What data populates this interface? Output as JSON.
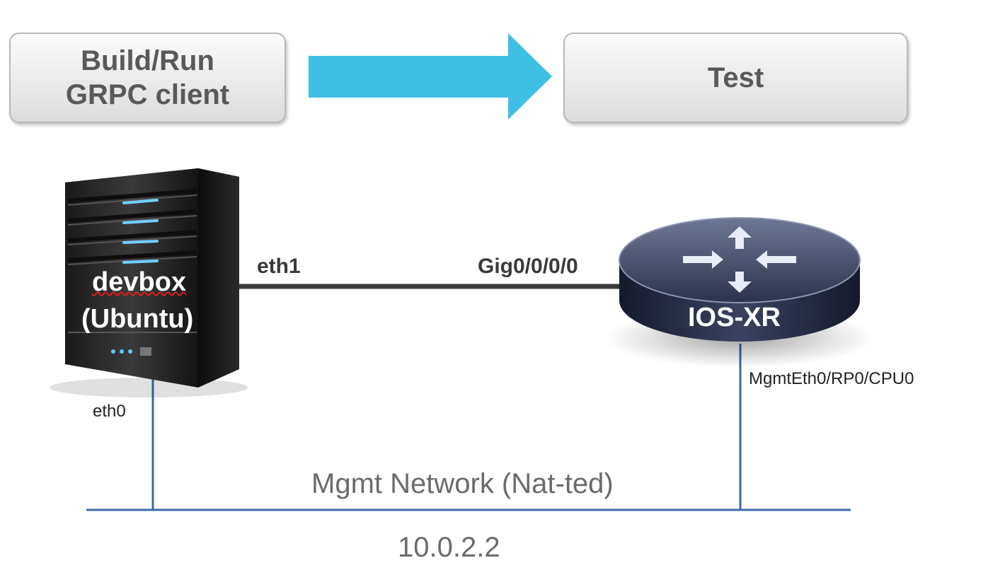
{
  "flow": {
    "build_line1": "Build/Run",
    "build_line2": "GRPC client",
    "test": "Test"
  },
  "devbox": {
    "name": "devbox",
    "os": "(Ubuntu)",
    "iface_data": "eth1",
    "iface_mgmt": "eth0"
  },
  "router": {
    "name": "IOS-XR",
    "iface_data": "Gig0/0/0/0",
    "iface_mgmt": "MgmtEth0/RP0/CPU0"
  },
  "network": {
    "label": "Mgmt Network (Nat-ted)",
    "gateway": "10.0.2.2"
  },
  "colors": {
    "arrow": "#3fbfe3",
    "mgmt_line": "#3a6aa8",
    "data_link": "#3a3a3a"
  }
}
